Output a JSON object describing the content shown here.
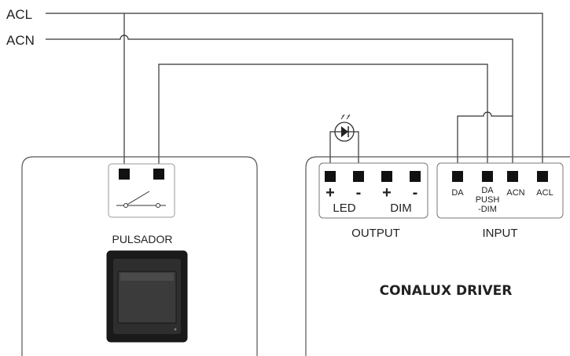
{
  "lines": {
    "acl": "ACL",
    "acn": "ACN"
  },
  "switch_panel": {
    "label": "PULSADOR"
  },
  "driver": {
    "title": "CONALUX DRIVER",
    "output_label": "OUTPUT",
    "input_label": "INPUT",
    "output_terminals": {
      "plus1": "+",
      "minus1": "-",
      "plus2": "+",
      "minus2": "-",
      "led": "LED",
      "dim": "DIM"
    },
    "input_terminals": {
      "da": "DA",
      "da_push_1": "DA",
      "da_push_2": "PUSH",
      "da_push_3": "-DIM",
      "acn": "ACN",
      "acl": "ACL"
    }
  }
}
